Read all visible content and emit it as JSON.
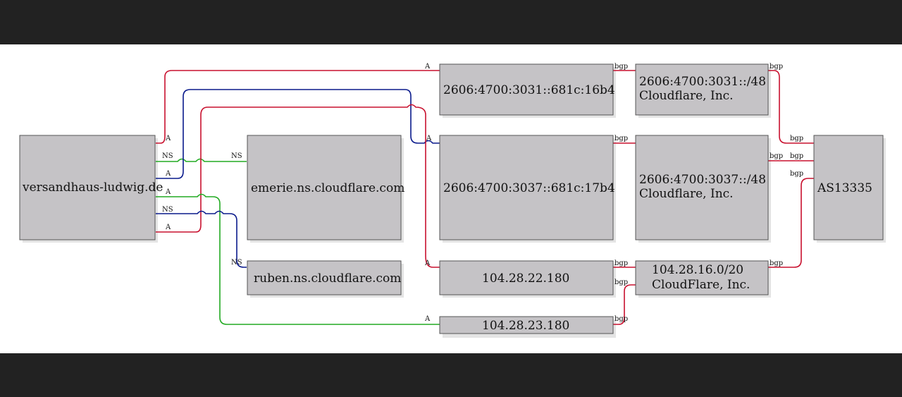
{
  "nodes": {
    "domain": "versandhaus-ludwig.de",
    "ns_emerie": "emerie.ns.cloudflare.com",
    "ns_ruben": "ruben.ns.cloudflare.com",
    "ip6_a": "2606:4700:3031::681c:16b4",
    "ip6_b": "2606:4700:3037::681c:17b4",
    "ip4_a": "104.28.22.180",
    "ip4_b": "104.28.23.180",
    "prefix_a": [
      "2606:4700:3031::/48",
      "Cloudflare, Inc."
    ],
    "prefix_b": [
      "2606:4700:3037::/48",
      "Cloudflare, Inc."
    ],
    "prefix_c": [
      "104.28.16.0/20",
      "CloudFlare, Inc."
    ],
    "asn": "AS13335"
  },
  "edge_labels": {
    "a": "A",
    "ns": "NS",
    "bgp": "bgp"
  },
  "colors": {
    "a_record": "#c8102e",
    "ns_blue": "#0a1a8c",
    "ns_green": "#22aa22",
    "node_fill": "#c5c3c6",
    "shadow": "#e6e6e6",
    "background": "#ffffff",
    "bars": "#222222"
  }
}
